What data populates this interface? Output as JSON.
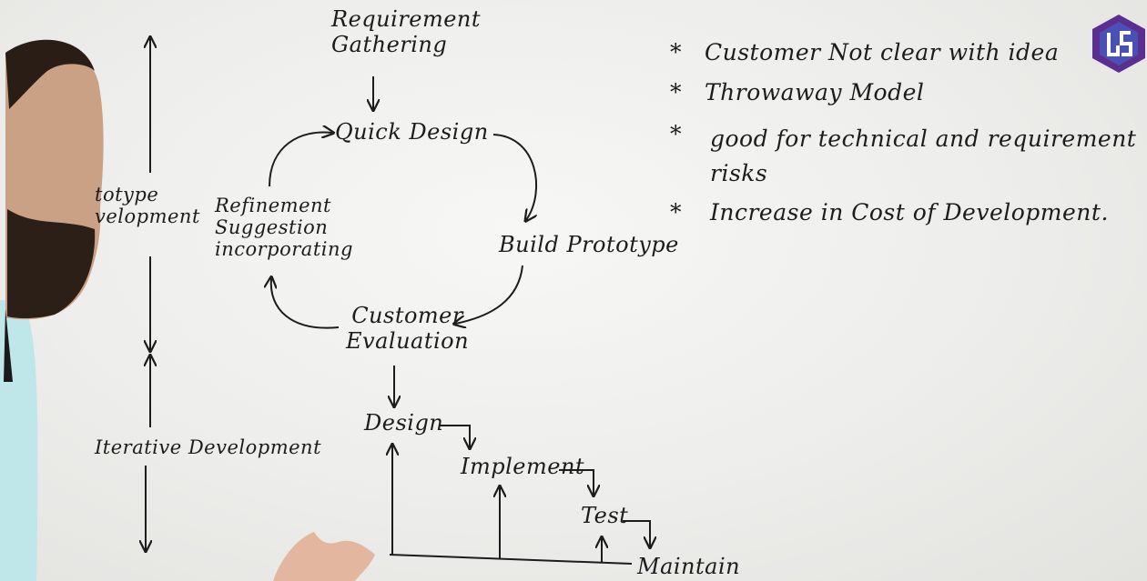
{
  "prototype": {
    "requirement_gathering": "Requirement\nGathering",
    "quick_design": "Quick Design",
    "build_prototype": "Build Prototype",
    "customer_evaluation": "Customer\nEvaluation",
    "refinement": "Refinement\nSuggestion\nincorporating",
    "side_label": "totype\nvelopment"
  },
  "iterative": {
    "side_label": "Iterative Development",
    "design": "Design",
    "implement": "Implement",
    "test": "Test",
    "maintain": "Maintain"
  },
  "notes": [
    "Customer Not clear with idea",
    "Throwaway Model",
    "good for technical and requirement\nrisks",
    "Increase in Cost of Development."
  ],
  "bullet": "*",
  "colors": {
    "ink": "#1c1c1c",
    "logo_primary": "#5b2e8f",
    "shirt": "#bfe6e8"
  }
}
